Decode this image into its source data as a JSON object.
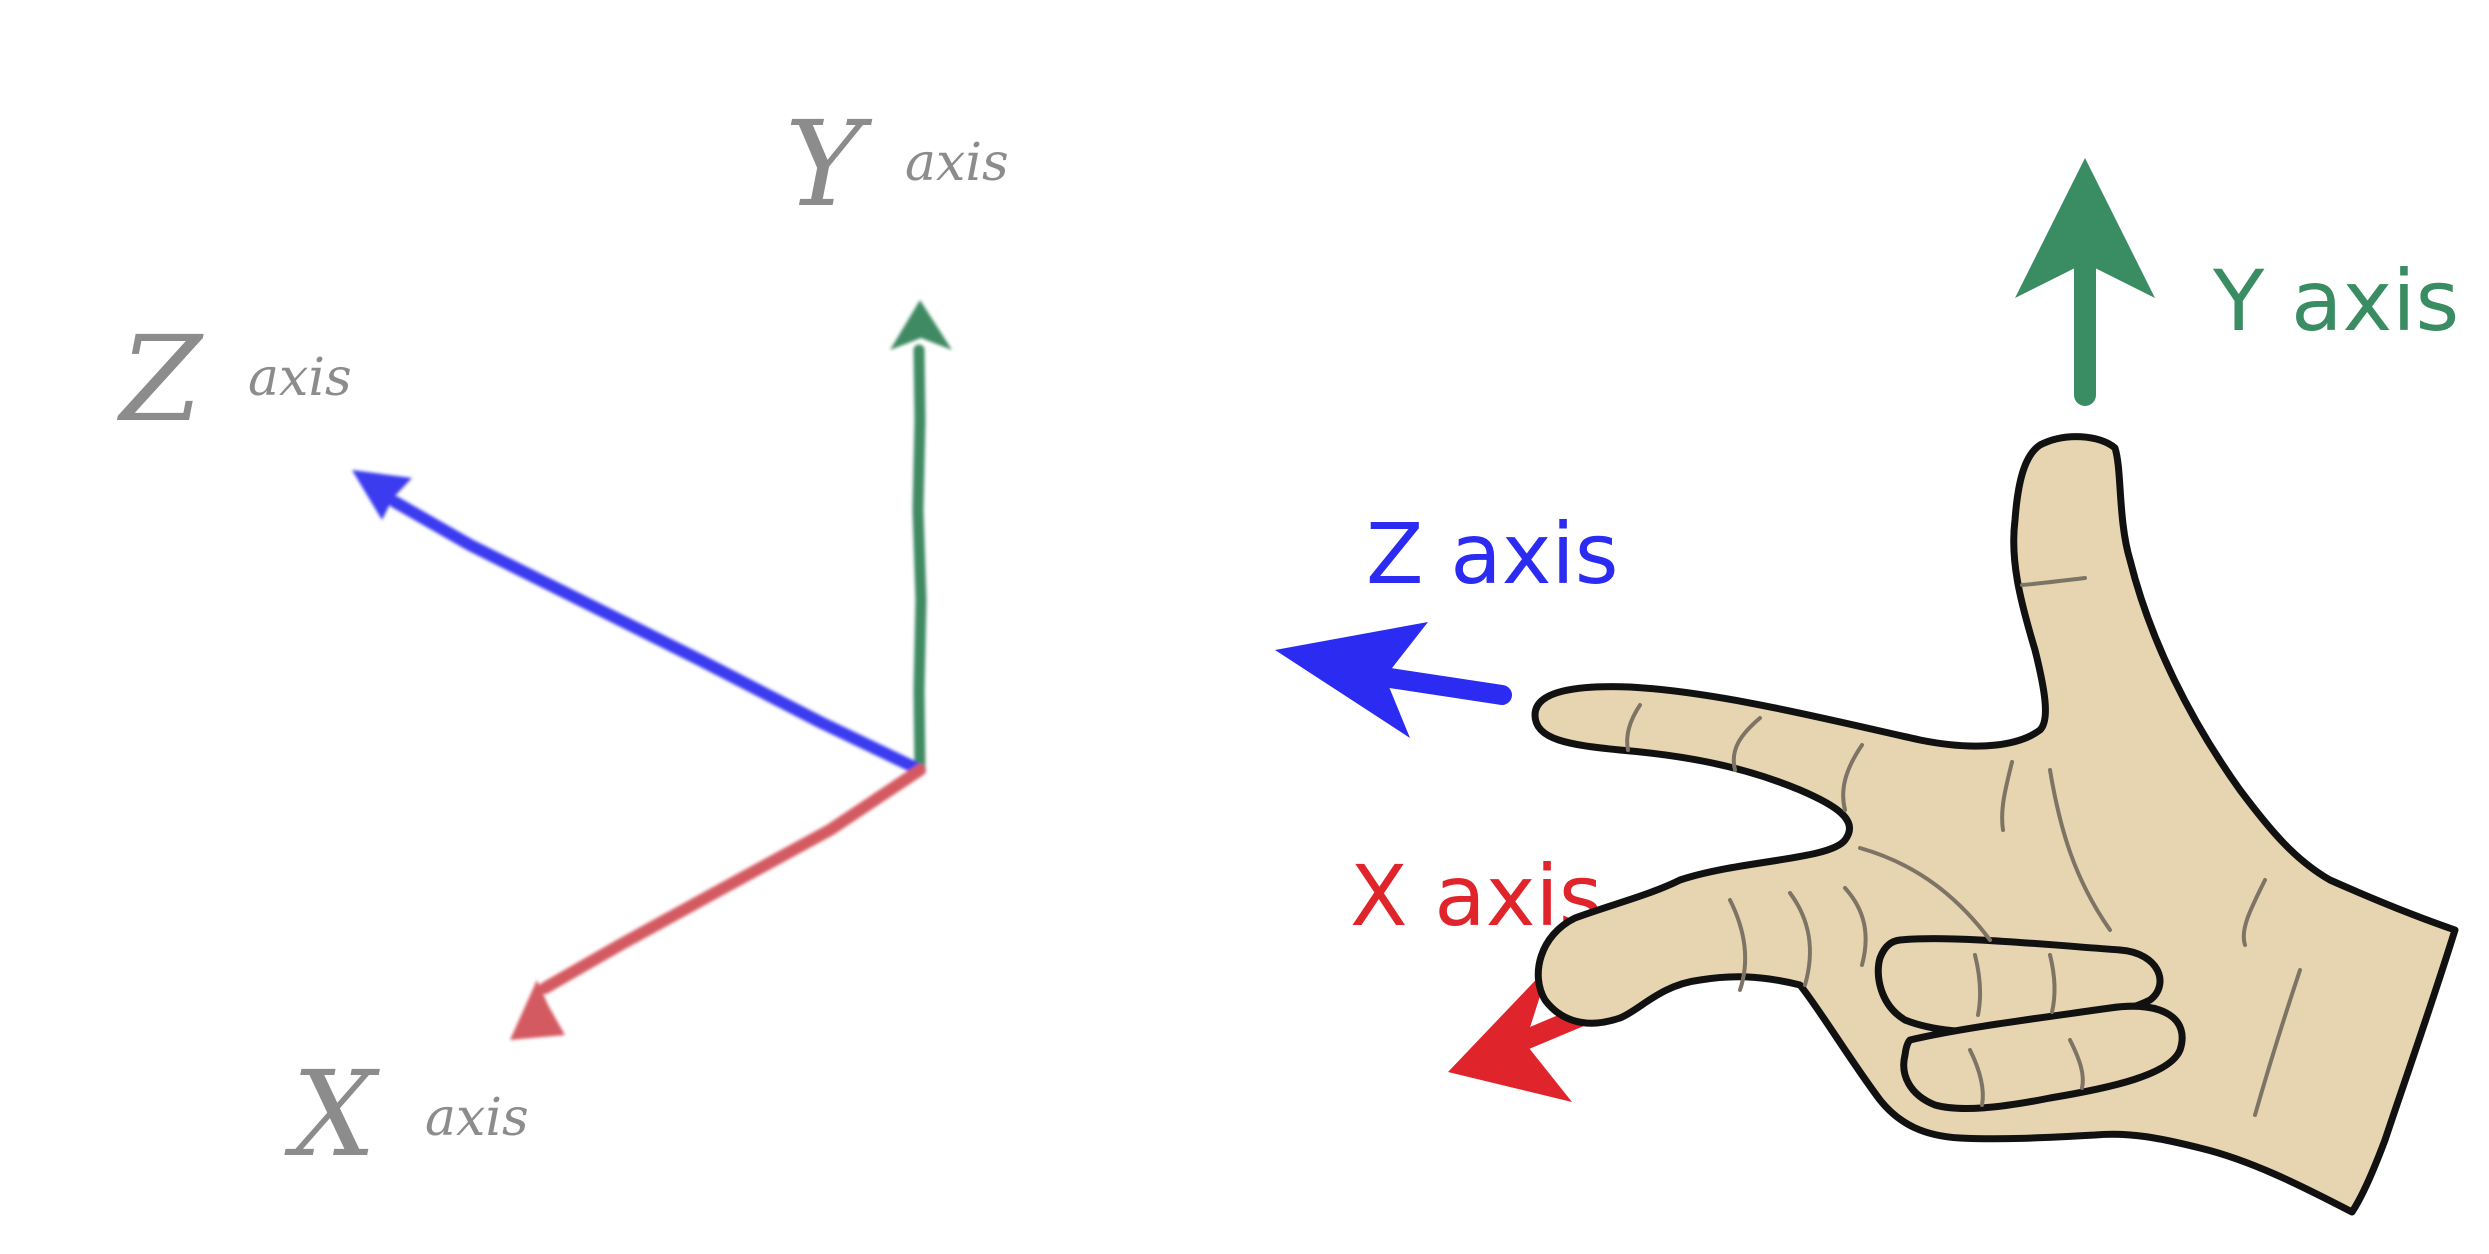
{
  "left_diagram": {
    "y_label": {
      "letter": "Y",
      "word": "axis"
    },
    "z_label": {
      "letter": "Z",
      "word": "axis"
    },
    "x_label": {
      "letter": "X",
      "word": "axis"
    }
  },
  "right_diagram": {
    "y_label": "Y axis",
    "z_label": "Z axis",
    "x_label": "X axis"
  },
  "colors": {
    "x_axis": "#e0242c",
    "y_axis": "#3a8c63",
    "z_axis": "#2b2bf2",
    "x_sketch": "#d45a62",
    "y_sketch": "#3f8a64",
    "z_sketch": "#3a3af0",
    "skin": "#e6d5b0",
    "outline": "#111111",
    "crease": "#7d7466",
    "sketch_text": "#8c8c8c"
  }
}
